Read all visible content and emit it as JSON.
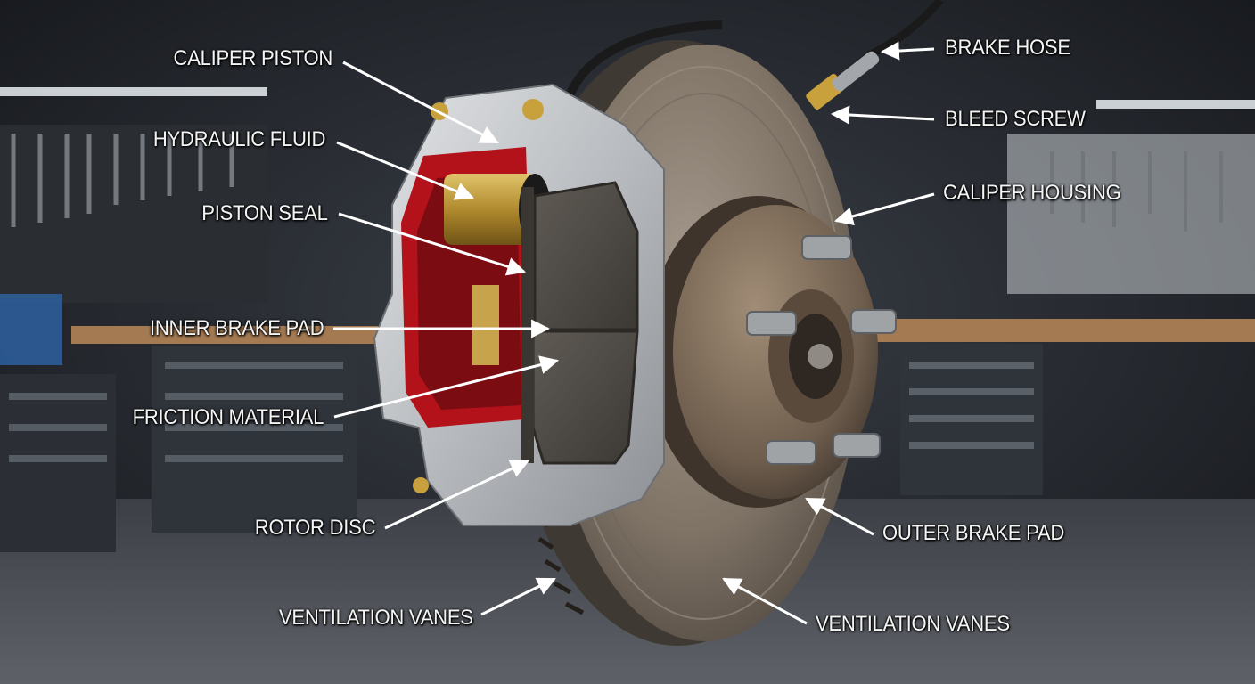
{
  "diagram": {
    "labels": {
      "caliper_piston": "CALIPER PISTON",
      "hydraulic_fluid": "HYDRAULIC FLUID",
      "piston_seal": "PISTON SEAL",
      "inner_brake_pad": "INNER BRAKE PAD",
      "friction_material": "FRICTION MATERIAL",
      "rotor_disc": "ROTOR DISC",
      "ventilation_vanes_left": "VENTILATION VANES",
      "brake_hose": "BRAKE HOSE",
      "bleed_screw": "BLEED SCREW",
      "caliper_housing": "CALIPER HOUSING",
      "outer_brake_pad": "OUTER BRAKE PAD",
      "ventilation_vanes_right": "VENTILATION VANES"
    }
  },
  "colors": {
    "label_text": "#f4f4f4",
    "leader_line": "#ffffff",
    "caliper_body": "#c9cccf",
    "caliper_cutaway": "#b3121b",
    "rotor_metal": "#8a7d70",
    "hub_metal": "#7a6a5a",
    "brake_pad": "#4e4a45",
    "piston_brass": "#b8943a",
    "background": "#1b1e23"
  }
}
